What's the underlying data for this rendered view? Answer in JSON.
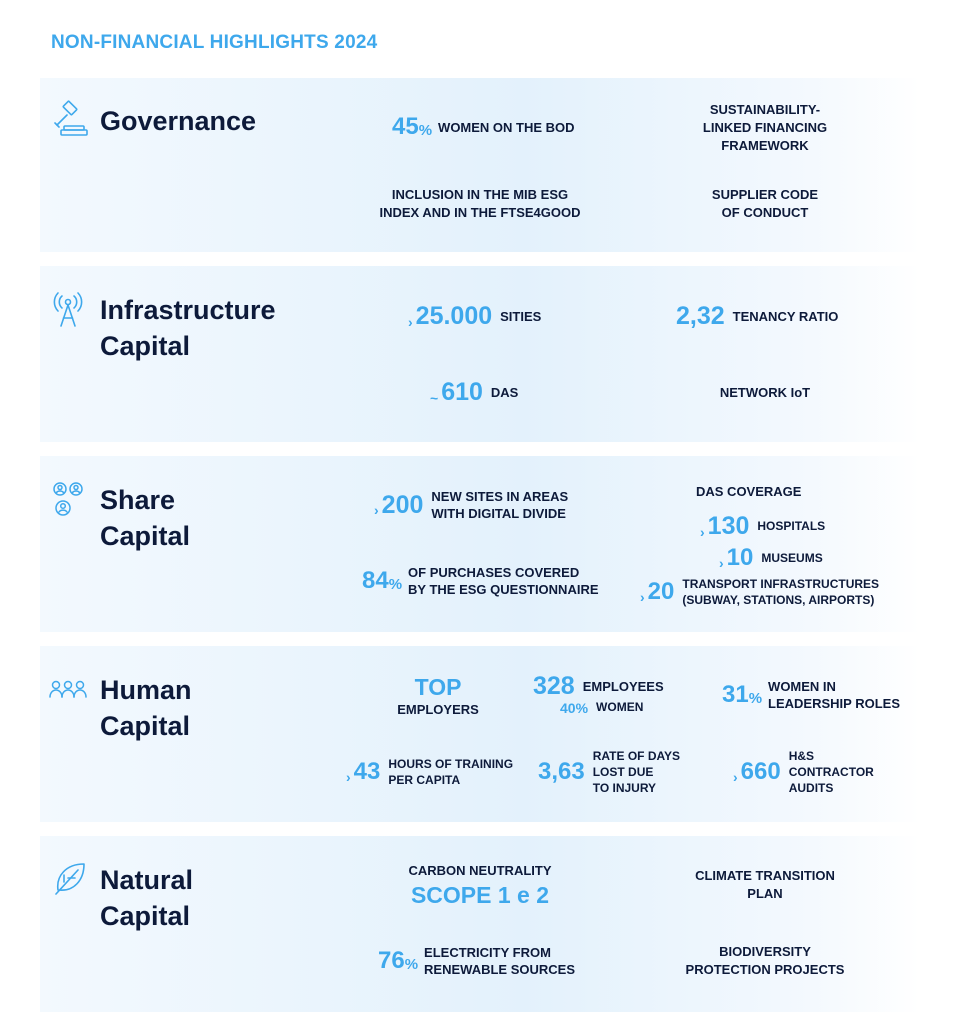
{
  "title": "NON-FINANCIAL HIGHLIGHTS 2024",
  "colors": {
    "accent": "#3ea8ec",
    "text": "#0d1a3a",
    "band": "#e3f1fc"
  },
  "governance": {
    "icon": "gavel-icon",
    "title": "Governance",
    "women_bod_value": "45",
    "women_bod_unit": "%",
    "women_bod_label": "WOMEN ON THE BOD",
    "financing_line1": "SUSTAINABILITY-",
    "financing_line2": "LINKED FINANCING",
    "financing_line3": "FRAMEWORK",
    "index_line1": "INCLUSION IN THE MIB ESG",
    "index_line2": "INDEX AND IN THE FTSE4GOOD",
    "supplier_line1": "SUPPLIER CODE",
    "supplier_line2": "OF CONDUCT"
  },
  "infrastructure": {
    "icon": "antenna-tower-icon",
    "title_line1": "Infrastructure",
    "title_line2": "Capital",
    "sites_prefix": "›",
    "sites_value": "25.000",
    "sites_label": "SITIES",
    "tenancy_value": "2,32",
    "tenancy_label": "TENANCY RATIO",
    "das_prefix": "~",
    "das_value": "610",
    "das_label": "DAS",
    "iot_label": "NETWORK IoT"
  },
  "share": {
    "icon": "people-network-icon",
    "title_line1": "Share",
    "title_line2": "Capital",
    "new_sites_prefix": "›",
    "new_sites_value": "200",
    "new_sites_line1": "NEW SITES IN AREAS",
    "new_sites_line2": "WITH DIGITAL DIVIDE",
    "purchases_value": "84",
    "purchases_unit": "%",
    "purchases_line1": "OF PURCHASES COVERED",
    "purchases_line2": "BY THE ESG QUESTIONNAIRE",
    "das_coverage_label": "DAS COVERAGE",
    "hospitals_prefix": "›",
    "hospitals_value": "130",
    "hospitals_label": "HOSPITALS",
    "museums_prefix": "›",
    "museums_value": "10",
    "museums_label": "MUSEUMS",
    "transport_prefix": "›",
    "transport_value": "20",
    "transport_line1": "TRANSPORT INFRASTRUCTURES",
    "transport_line2": "(SUBWAY, STATIONS, AIRPORTS)"
  },
  "human": {
    "icon": "people-group-icon",
    "title_line1": "Human",
    "title_line2": "Capital",
    "top_value": "TOP",
    "top_label": "EMPLOYERS",
    "employees_value": "328",
    "employees_label": "EMPLOYEES",
    "women_value": "40%",
    "women_label": "WOMEN",
    "leadership_value": "31",
    "leadership_unit": "%",
    "leadership_line1": "WOMEN IN",
    "leadership_line2": "LEADERSHIP ROLES",
    "training_prefix": "›",
    "training_value": "43",
    "training_line1": "HOURS OF TRAINING",
    "training_line2": "PER CAPITA",
    "injury_value": "3,63",
    "injury_line1": "RATE OF DAYS",
    "injury_line2": "LOST DUE",
    "injury_line3": "TO INJURY",
    "audits_prefix": "›",
    "audits_value": "660",
    "audits_line1": "H&S",
    "audits_line2": "CONTRACTOR",
    "audits_line3": "AUDITS"
  },
  "natural": {
    "icon": "leaf-icon",
    "title_line1": "Natural",
    "title_line2": "Capital",
    "carbon_label": "CARBON NEUTRALITY",
    "carbon_value": "SCOPE 1 e 2",
    "climate_line1": "CLIMATE TRANSITION",
    "climate_line2": "PLAN",
    "electricity_value": "76",
    "electricity_unit": "%",
    "electricity_line1": "ELECTRICITY FROM",
    "electricity_line2": "RENEWABLE SOURCES",
    "biodiversity_line1": "BIODIVERSITY",
    "biodiversity_line2": "PROTECTION PROJECTS"
  }
}
